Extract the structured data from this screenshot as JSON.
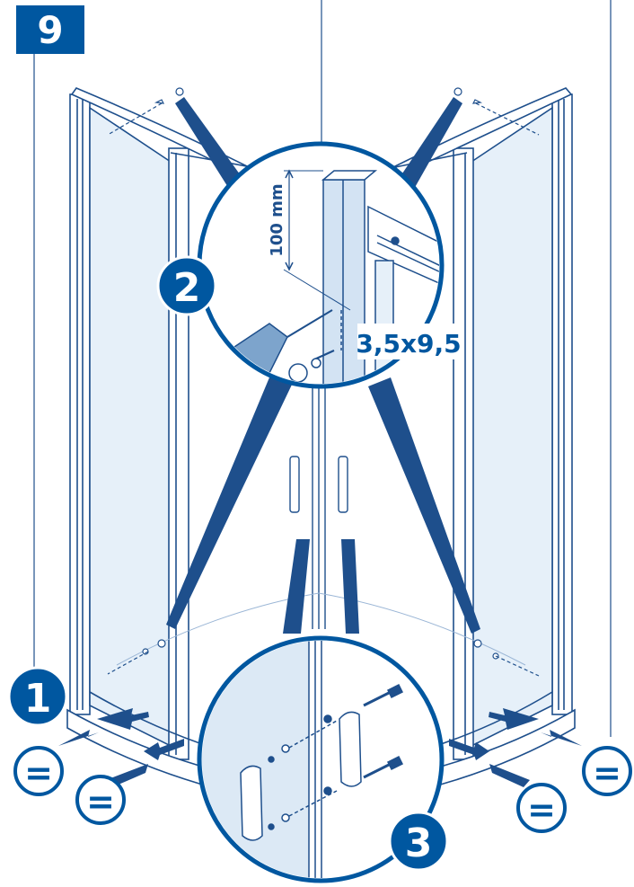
{
  "step_number": "9",
  "measurement_label": "100 mm",
  "screw_spec": "3,5x9,5",
  "callouts": [
    "1",
    "2",
    "3"
  ],
  "equal_symbol": "=",
  "colors": {
    "brand_blue": "#0057a0",
    "line_blue": "#1e4f8c",
    "glass_blue": "#dce9f5",
    "white": "#ffffff"
  }
}
